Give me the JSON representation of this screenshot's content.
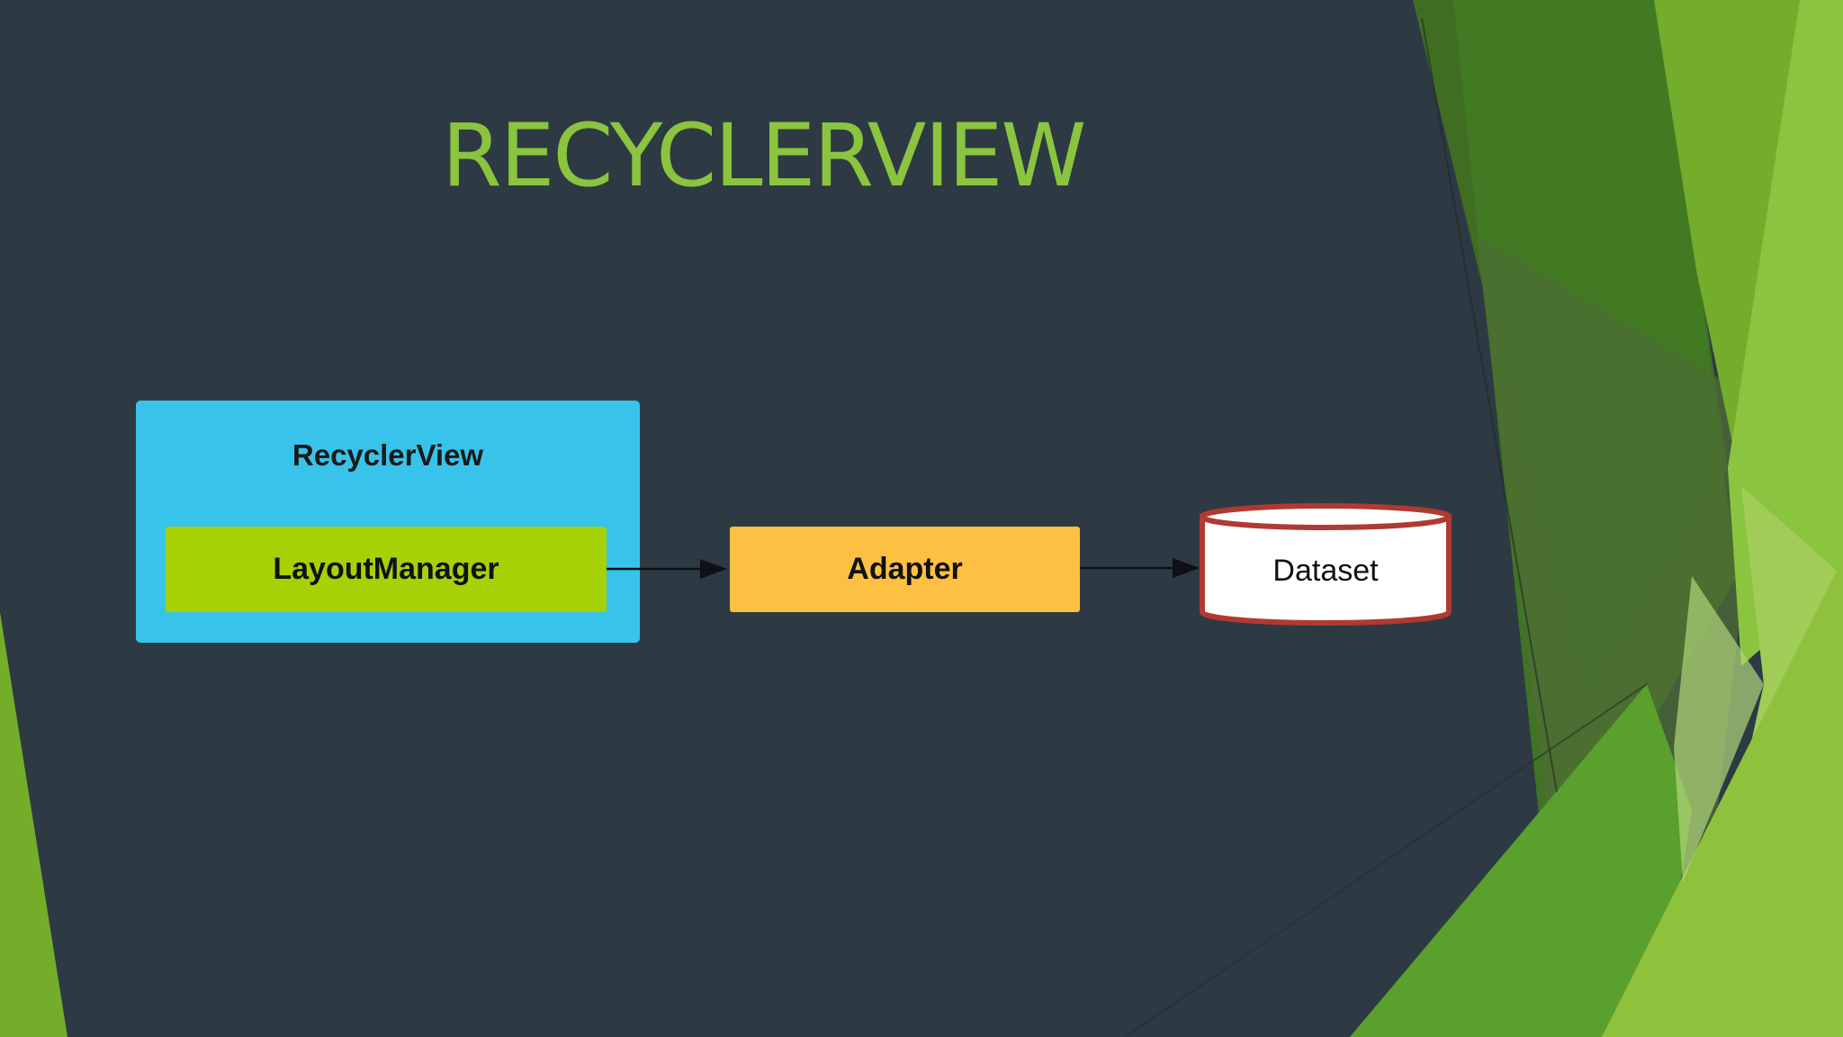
{
  "slide": {
    "title": "RECYCLERVIEW"
  },
  "diagram": {
    "container": {
      "label": "RecyclerView"
    },
    "nodes": [
      {
        "id": "layoutmanager",
        "label": "LayoutManager",
        "shape": "box",
        "color": "#a6d107"
      },
      {
        "id": "adapter",
        "label": "Adapter",
        "shape": "box",
        "color": "#fdc043"
      },
      {
        "id": "dataset",
        "label": "Dataset",
        "shape": "cylinder",
        "color": "#ffffff",
        "border_color": "#b03a32"
      }
    ],
    "edges": [
      {
        "from": "layoutmanager",
        "to": "adapter"
      },
      {
        "from": "adapter",
        "to": "dataset"
      }
    ]
  },
  "theme": {
    "background": "#2d3a43",
    "title_color": "#8bc43f",
    "container_color": "#38c3ea",
    "accent_greens": [
      "#8bc43f",
      "#4a8a2a",
      "#3f6e22",
      "#6fae2e",
      "#a2cc58"
    ]
  }
}
